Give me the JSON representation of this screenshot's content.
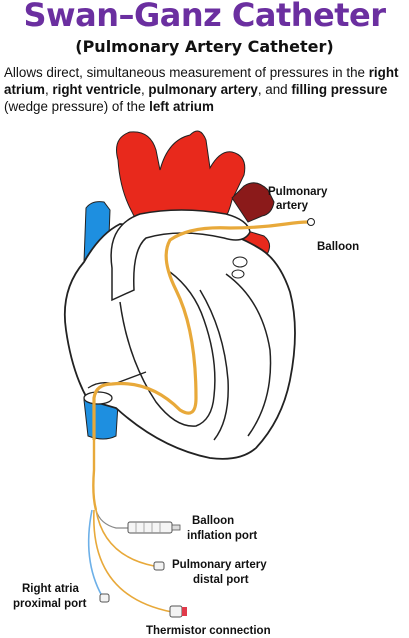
{
  "title": "Swan–Ganz Catheter",
  "subtitle": "(Pulmonary Artery Catheter)",
  "description": {
    "text1": "Allows direct, simultaneous measurement of pressures in the",
    "b1": "right atrium",
    "text2": ", ",
    "b2": "right ventricle",
    "text3": ", ",
    "b3": "pulmonary artery",
    "text4": ", and ",
    "b4": "filling pressure",
    "text5": " (wedge pressure) of the ",
    "b5": "left atrium"
  },
  "labels": {
    "pulmonary_artery_line1": "Pulmonary",
    "pulmonary_artery_line2": "artery",
    "balloon": "Balloon",
    "balloon_inflation_line1": "Balloon",
    "balloon_inflation_line2": "inflation port",
    "pa_distal_line1": "Pulmonary artery",
    "pa_distal_line2": "distal port",
    "right_atria_line1": "Right atria",
    "right_atria_line2": "proximal port",
    "thermistor": "Thermistor connection"
  },
  "colors": {
    "title": "#6b2fa0",
    "aorta": "#e8291c",
    "dark_vessel": "#8b1a1a",
    "vena_cava": "#1e8fe0",
    "catheter": "#e8a93a",
    "thermistor_cap": "#e03a4a"
  }
}
